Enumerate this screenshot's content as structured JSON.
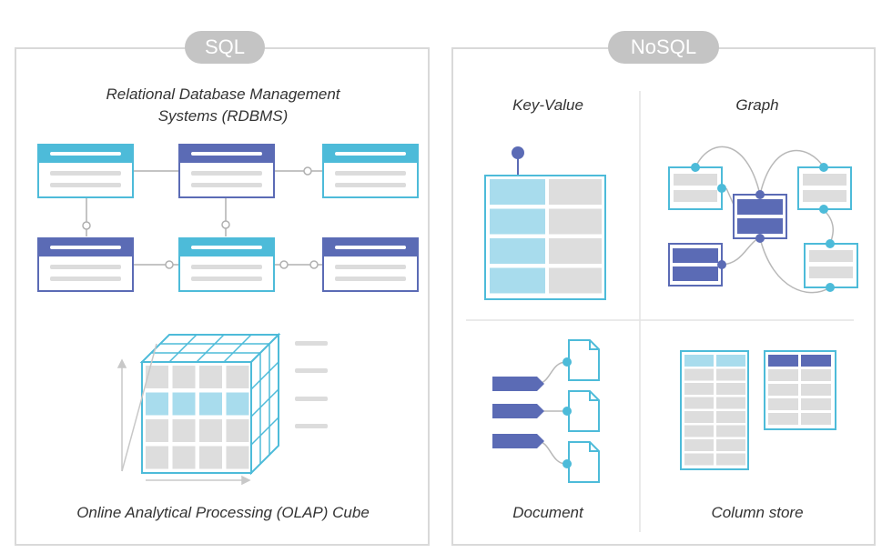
{
  "sql": {
    "label": "SQL",
    "rdbms_title_line1": "Relational Database Management",
    "rdbms_title_line2": "Systems (RDBMS)",
    "olap_caption": "Online Analytical Processing (OLAP) Cube"
  },
  "nosql": {
    "label": "NoSQL",
    "key_value_label": "Key-Value",
    "graph_label": "Graph",
    "document_label": "Document",
    "column_store_label": "Column store"
  },
  "colors": {
    "teal": "#4dbbd9",
    "indigo": "#5b6bb5",
    "light_cell": "#a8dced",
    "gray_cell": "#dddddd",
    "border": "#d9d9d9",
    "pill": "#c4c4c4"
  }
}
